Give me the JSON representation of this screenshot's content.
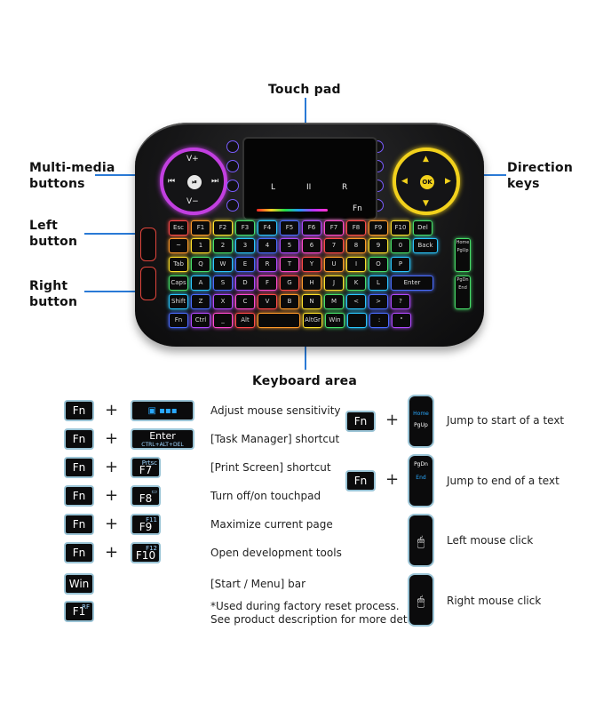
{
  "callouts": {
    "touch_pad": "Touch pad",
    "multimedia": "Multi-media\nbuttons",
    "direction": "Direction\nkeys",
    "left_button": "Left\nbutton",
    "right_button": "Right\nbutton",
    "keyboard_area": "Keyboard area"
  },
  "device": {
    "dpad_left": {
      "up": "V+",
      "down": "V−",
      "center_icon": "play-pause-icon",
      "left_icon": "prev-icon",
      "right_icon": "next-icon",
      "color": "#c23fe0"
    },
    "dpad_right": {
      "center": "OK",
      "color": "#f2d11c"
    },
    "touchpad_labels": {
      "left": "L",
      "mid": "II",
      "right": "R",
      "fn": "Fn"
    },
    "rows": [
      [
        "Esc",
        "F1",
        "F2",
        "F3",
        "F4",
        "F5",
        "F6",
        "F7",
        "F8",
        "F9",
        "F10",
        "Del"
      ],
      [
        "~",
        "1",
        "2",
        "3",
        "4",
        "5",
        "6",
        "7",
        "8",
        "9",
        "0",
        "Back"
      ],
      [
        "Tab",
        "Q",
        "W",
        "E",
        "R",
        "T",
        "Y",
        "U",
        "I",
        "O",
        "P"
      ],
      [
        "Caps",
        "A",
        "S",
        "D",
        "F",
        "G",
        "H",
        "J",
        "K",
        "L",
        "Enter"
      ],
      [
        "Shift",
        "Z",
        "X",
        "C",
        "V",
        "B",
        "N",
        "M",
        "<",
        ">",
        "?"
      ],
      [
        "Fn",
        "Ctrl",
        "_",
        "Alt",
        "",
        "AltGr",
        "Win",
        "",
        ":",
        "\""
      ]
    ],
    "side_keys": [
      "Home PgUp",
      "PgDn End"
    ]
  },
  "legend": {
    "fn_label": "Fn",
    "plus": "+",
    "items": [
      {
        "key": "mouse-speed-key",
        "desc": "Adjust mouse sensitivity"
      },
      {
        "key": "Enter",
        "sub": "CTRL+ALT+DEL",
        "desc": "[Task Manager] shortcut"
      },
      {
        "key": "F7",
        "sup": "Prtsc",
        "desc": "[Print Screen] shortcut"
      },
      {
        "key": "F8",
        "sup": "touchpad-icon",
        "desc": "Turn off/on touchpad"
      },
      {
        "key": "F9",
        "sup": "F11",
        "desc": "Maximize current page"
      },
      {
        "key": "F10",
        "sup": "F12",
        "desc": "Open development tools"
      }
    ],
    "win": {
      "key": "Win",
      "desc": "[Start / Menu] bar"
    },
    "f1": {
      "key": "F1",
      "sup": "RF",
      "desc": "*Used during factory reset process.\nSee product description for more details"
    },
    "right_items": [
      {
        "top": "Home",
        "bottom": "PgUp",
        "desc": "Jump to start of a text"
      },
      {
        "top": "PgDn",
        "bottom": "End",
        "desc": "Jump to end of a text"
      },
      {
        "icon": "left-mouse-icon",
        "desc": "Left mouse click"
      },
      {
        "icon": "right-mouse-icon",
        "desc": "Right mouse click"
      }
    ]
  }
}
